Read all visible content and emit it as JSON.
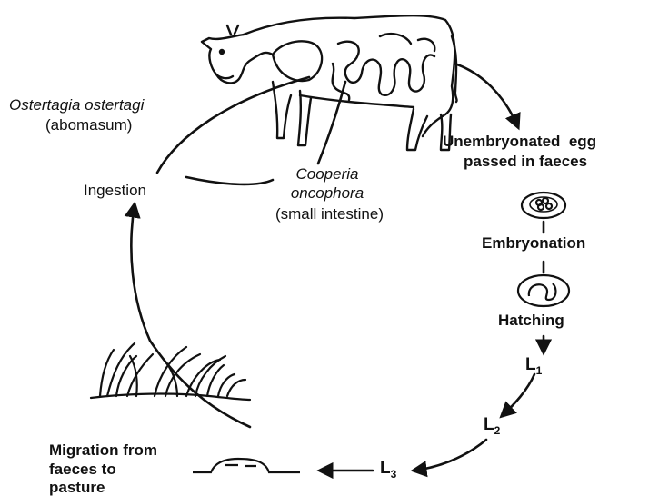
{
  "diagram": {
    "parasite_1": {
      "name": "Ostertagia ostertagi",
      "site": "(abomasum)"
    },
    "parasite_2": {
      "name_line1": "Cooperia",
      "name_line2": "oncophora",
      "site": "(small intestine)"
    },
    "steps": {
      "egg_line1": "Unembryonated  egg",
      "egg_line2": "passed in faeces",
      "embryonation": "Embryonation",
      "hatching": "Hatching",
      "ingestion": "Ingestion",
      "migration_line1": "Migration from",
      "migration_line2": "faeces to",
      "migration_line3": "pasture"
    },
    "larval_stages": [
      {
        "letter": "L",
        "sub": "1"
      },
      {
        "letter": "L",
        "sub": "2"
      },
      {
        "letter": "L",
        "sub": "3"
      }
    ]
  }
}
